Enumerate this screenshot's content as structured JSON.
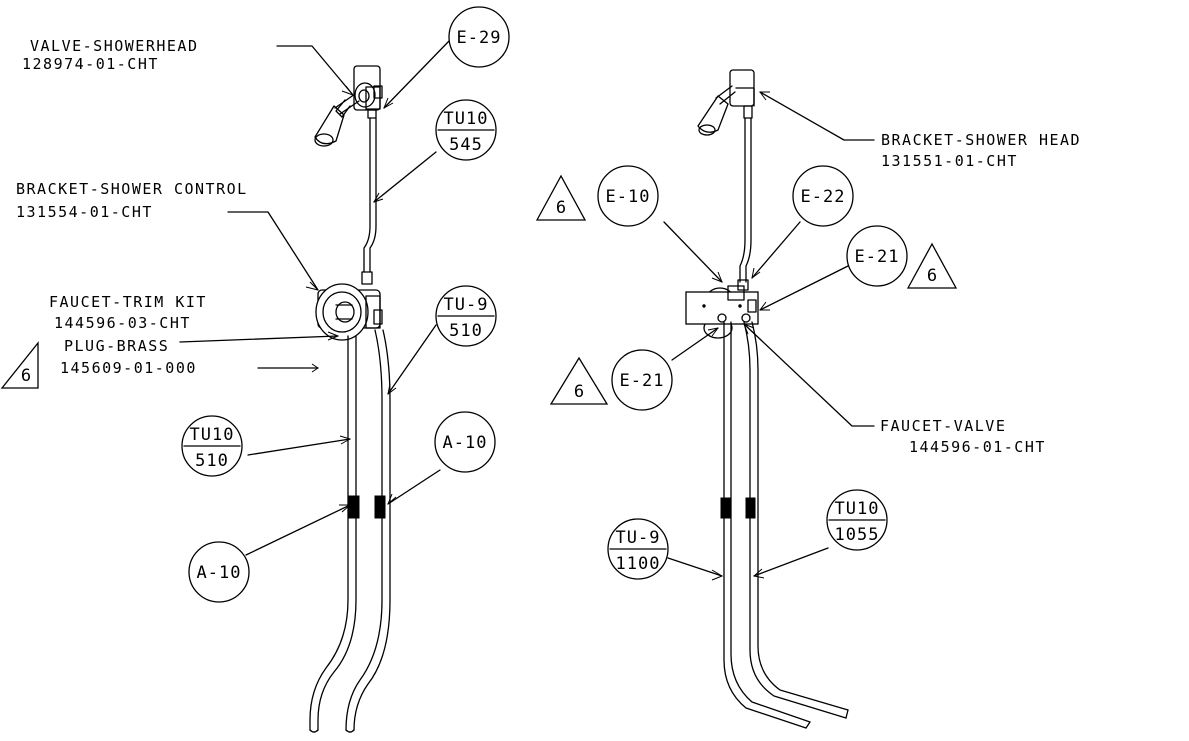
{
  "parts": {
    "valve_showerhead": {
      "name": "VALVE-SHOWERHEAD",
      "number": "128974-01-CHT"
    },
    "bracket_shower_control": {
      "name": "BRACKET-SHOWER CONTROL",
      "number": "131554-01-CHT"
    },
    "faucet_trim_kit": {
      "name": "FAUCET-TRIM KIT",
      "number": "144596-03-CHT"
    },
    "plug_brass": {
      "name": "PLUG-BRASS",
      "number": "145609-01-000"
    },
    "bracket_shower_head": {
      "name": "BRACKET-SHOWER HEAD",
      "number": "131551-01-CHT"
    },
    "faucet_valve": {
      "name": "FAUCET-VALVE",
      "number": "144596-01-CHT"
    }
  },
  "callouts": {
    "e29": "E-29",
    "a10_right": "A-10",
    "a10_left": "A-10",
    "e10": "E-10",
    "e22": "E-22",
    "e21_top": "E-21",
    "e21_bottom": "E-21"
  },
  "tube_callouts": {
    "tu10_545": {
      "code": "TU10",
      "length": "545"
    },
    "tu9_510": {
      "code": "TU-9",
      "length": "510"
    },
    "tu10_510": {
      "code": "TU10",
      "length": "510"
    },
    "tu9_1100": {
      "code": "TU-9",
      "length": "1100"
    },
    "tu10_1055": {
      "code": "TU10",
      "length": "1055"
    }
  },
  "revision_marks": {
    "left_plug": "6",
    "right_e10": "6",
    "right_e21_top": "6",
    "right_e21_bottom": "6"
  }
}
